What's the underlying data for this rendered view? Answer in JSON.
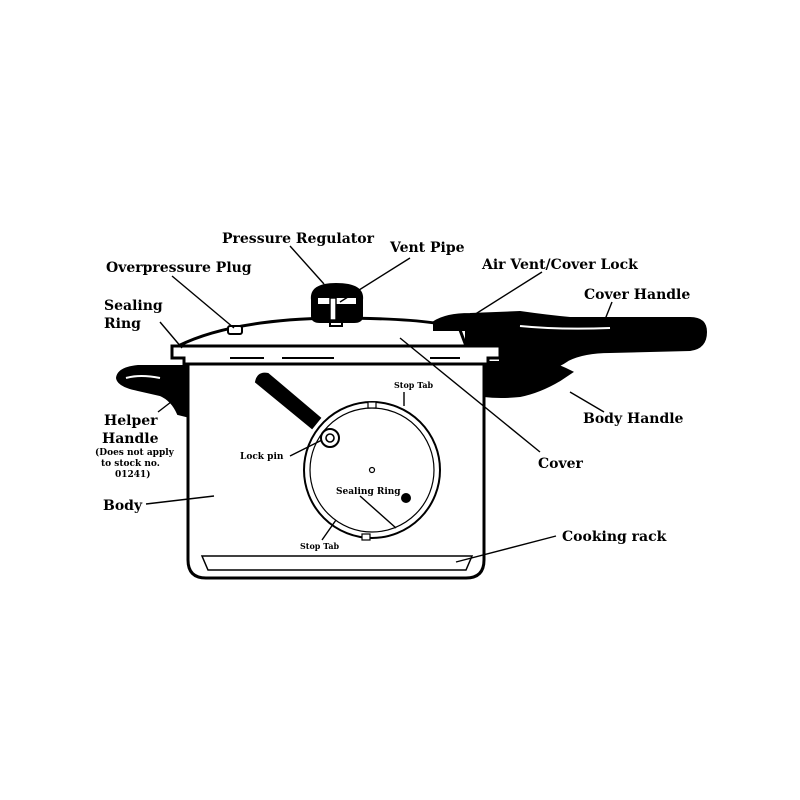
{
  "diagram": {
    "labels": {
      "pressure_regulator": "Pressure Regulator",
      "vent_pipe": "Vent Pipe",
      "air_vent_cover_lock": "Air Vent/Cover Lock",
      "overpressure_plug": "Overpressure Plug",
      "cover_handle": "Cover Handle",
      "sealing_ring_top_1": "Sealing",
      "sealing_ring_top_2": "Ring",
      "helper_handle_1": "Helper",
      "helper_handle_2": "Handle",
      "helper_note_1": "(Does not apply",
      "helper_note_2": "to stock no.",
      "helper_note_3": "01241)",
      "body_handle": "Body Handle",
      "cover": "Cover",
      "body": "Body",
      "cooking_rack": "Cooking rack",
      "stop_tab_top": "Stop Tab",
      "stop_tab_bottom": "Stop Tab",
      "lock_pin": "Lock pin",
      "sealing_ring_inner": "Sealing Ring"
    }
  }
}
